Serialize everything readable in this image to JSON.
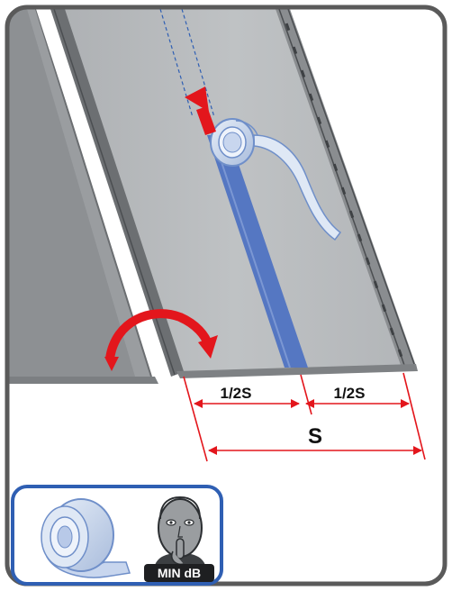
{
  "dimensions": {
    "half_left": "1/2S",
    "half_right": "1/2S",
    "total": "S"
  },
  "badge": {
    "label": "MIN dB"
  },
  "colors": {
    "frame_border": "#5a5a5a",
    "panel": "#b9bcbe",
    "panel_dark": "#8e9194",
    "tape": "#5577c2",
    "arrow": "#e3161c",
    "legend_border": "#2f5fb3"
  },
  "icons": [
    "roof-panel",
    "tape-roll",
    "rotate-arrow",
    "lift-arrow",
    "silence-face-icon",
    "tape-roll-icon"
  ]
}
